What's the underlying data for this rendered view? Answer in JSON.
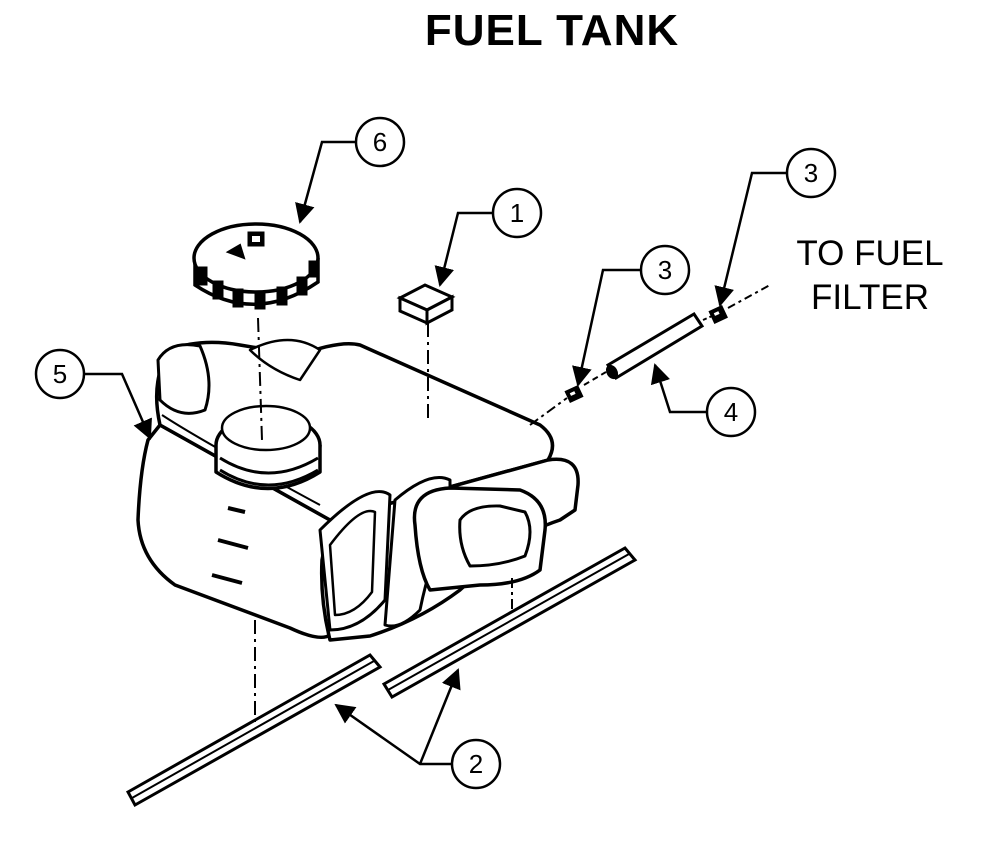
{
  "title": "FUEL TANK",
  "note": {
    "line1": "TO FUEL",
    "line2": "FILTER"
  },
  "callouts": {
    "c1": "1",
    "c2": "2",
    "c3a": "3",
    "c3b": "3",
    "c4": "4",
    "c5": "5",
    "c6": "6"
  },
  "parts": [
    "filter-block",
    "tank-pads",
    "hose-clamp",
    "fuel-line",
    "fuel-tank",
    "fuel-cap"
  ]
}
